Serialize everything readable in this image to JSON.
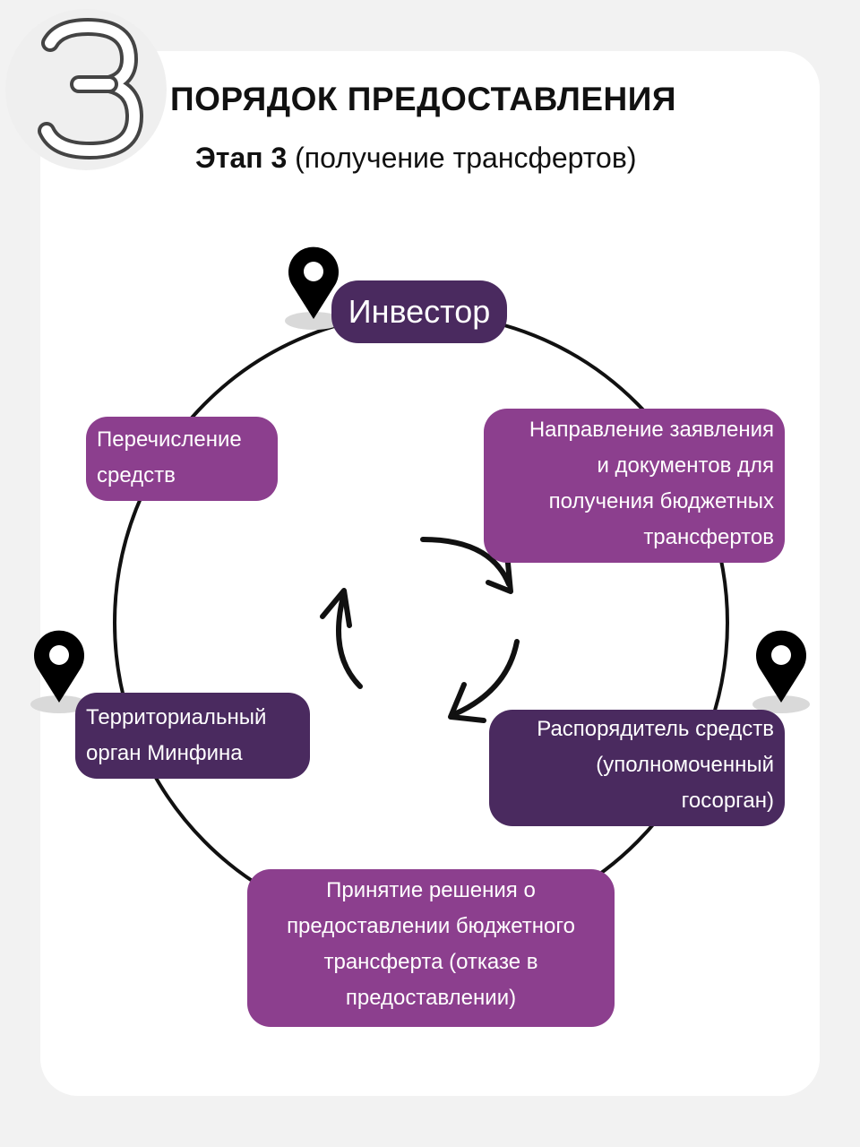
{
  "header": {
    "number": "3",
    "title": "ПОРЯДОК ПРЕДОСТАВЛЕНИЯ",
    "stage_bold": "Этап 3",
    "stage_rest": " (получение трансфертов)"
  },
  "nodes": {
    "investor": [
      "Инвестор"
    ],
    "application": [
      "Направление заявления",
      "и документов для",
      "получения бюджетных",
      "трансфертов"
    ],
    "manager": [
      "Распорядитель средств",
      "(уполномоченный",
      "госорган)"
    ],
    "decision": [
      "Принятие решения о",
      "предоставлении бюджетного",
      "трансферта (отказе в",
      "предоставлении)"
    ],
    "territorial": [
      "Территориальный",
      "орган Минфина"
    ],
    "transfer": [
      "Перечисление",
      "средств"
    ]
  },
  "colors": {
    "dark_purple": "#4a2a5f",
    "light_purple": "#8c3f8e",
    "pin": "#000000",
    "pin_shadow": "#d9d9d9"
  },
  "icons": [
    "location-pin-icon",
    "cycle-arrows-icon"
  ]
}
